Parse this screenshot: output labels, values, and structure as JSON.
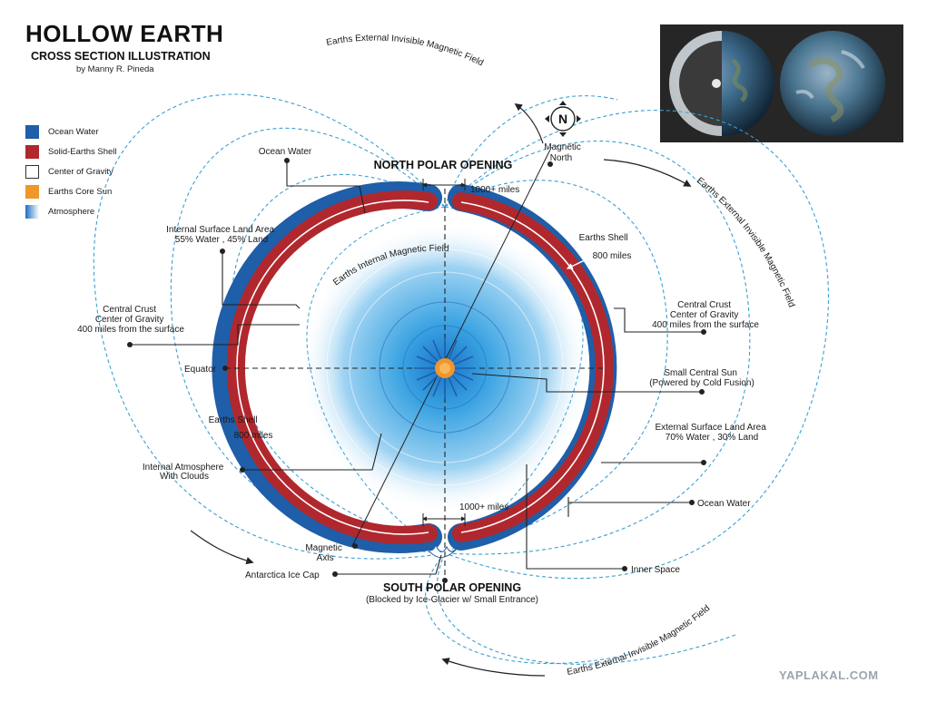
{
  "header": {
    "title": "HOLLOW EARTH",
    "subtitle": "CROSS SECTION ILLUSTRATION",
    "author": "by Manny R. Pineda"
  },
  "legend": [
    {
      "label": "Ocean Water",
      "color": "#1f5ea8"
    },
    {
      "label": "Solid-Earths Shell",
      "color": "#b0282e"
    },
    {
      "label": "Center of Gravity",
      "color": "#ffffff"
    },
    {
      "label": "Earths Core Sun",
      "color": "#f0962a"
    },
    {
      "label": "Atmosphere",
      "color": "#4aa8e0"
    }
  ],
  "labels": {
    "north_opening": "NORTH POLAR OPENING",
    "south_opening": "SOUTH POLAR OPENING",
    "south_note": "(Blocked by Ice-Glacier w/ Small Entrance)",
    "gap_top": "1000+ miles",
    "gap_bottom": "1000+ miles",
    "magnetic_north": [
      "Magnetic",
      "North"
    ],
    "compass": "N",
    "ocean_water_left": "Ocean Water",
    "internal_surface": [
      "Internal Surface Land Area",
      "55% Water , 45% Land"
    ],
    "central_crust_left": [
      "Central Crust",
      "Center of Gravity",
      "400 miles from the surface"
    ],
    "equator": "Equator",
    "earths_shell_left": [
      "Earths Shell",
      "800 miles"
    ],
    "internal_atmosphere": [
      "Internal Atmosphere",
      "With Clouds"
    ],
    "magnetic_axis": [
      "Magnetic",
      "Axis"
    ],
    "antarctica": "Antarctica Ice Cap",
    "earths_shell_right": [
      "Earths Shell",
      "800 miles"
    ],
    "central_crust_right": [
      "Central Crust",
      "Center of Gravity",
      "400 miles from the surface"
    ],
    "central_sun": [
      "Small Central Sun",
      "(Powered by Cold Fusion)"
    ],
    "external_surface": [
      "External Surface Land Area",
      "70% Water , 30% Land"
    ],
    "ocean_water_right": "Ocean Water",
    "inner_space": "Inner Space",
    "internal_field": "Earths Internal Magnetic Field",
    "external_field": "Earths External Invisible Magnetic Field"
  },
  "watermark": "YAPLAKAL.COM",
  "colors": {
    "ocean": "#1f5ea8",
    "shell": "#b0282e",
    "field": "#3aa0d0",
    "sun": "#f0962a",
    "atmosphere": "#4aa8e0"
  }
}
